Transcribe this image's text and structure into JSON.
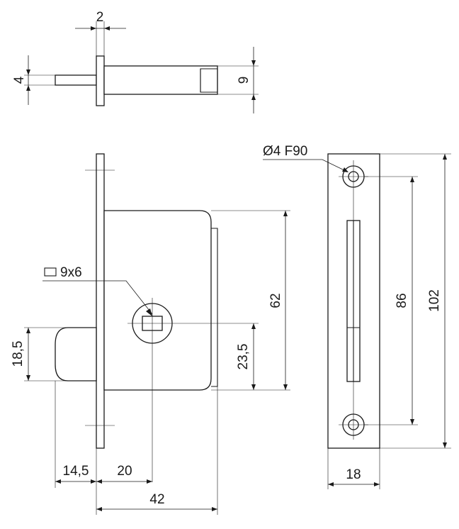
{
  "dimensions": {
    "flange_thickness": "2",
    "bolt_small": "4",
    "bolt_large": "9",
    "hole_note": "Ø4 F90",
    "spindle_note": "9x6",
    "body_height": "62",
    "latch_height": "18,5",
    "spindle_offset": "23,5",
    "latch_projection": "14,5",
    "backset": "20",
    "body_depth": "42",
    "hole_spacing": "86",
    "plate_height": "102",
    "plate_width": "18"
  }
}
